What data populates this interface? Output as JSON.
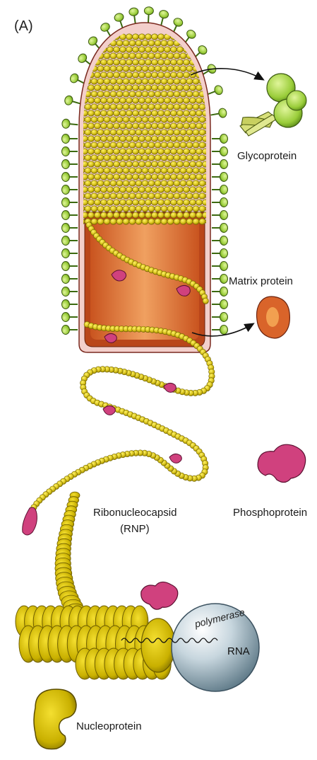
{
  "figure": {
    "panel_label": "(A)",
    "labels": {
      "glycoprotein": "Glycoprotein",
      "matrix_protein": "Matrix protein",
      "phosphoprotein": "Phosphoprotein",
      "rnp_line1": "Ribonucleocapsid",
      "rnp_line2": "(RNP)",
      "polymerase": "polymerase",
      "rna": "RNA",
      "nucleoprotein": "Nucleoprotein"
    },
    "colors": {
      "glycoprotein": "#9acd3a",
      "glycoprotein_dark": "#4c7a14",
      "envelope": "#f2c9c6",
      "matrix": "#d9642a",
      "matrix_light": "#f0a060",
      "nucleoprotein": "#d8c21e",
      "nucleoprotein_dark": "#6e6000",
      "phosphoprotein": "#d0417e",
      "polymerase": "#9fb4bf"
    }
  }
}
